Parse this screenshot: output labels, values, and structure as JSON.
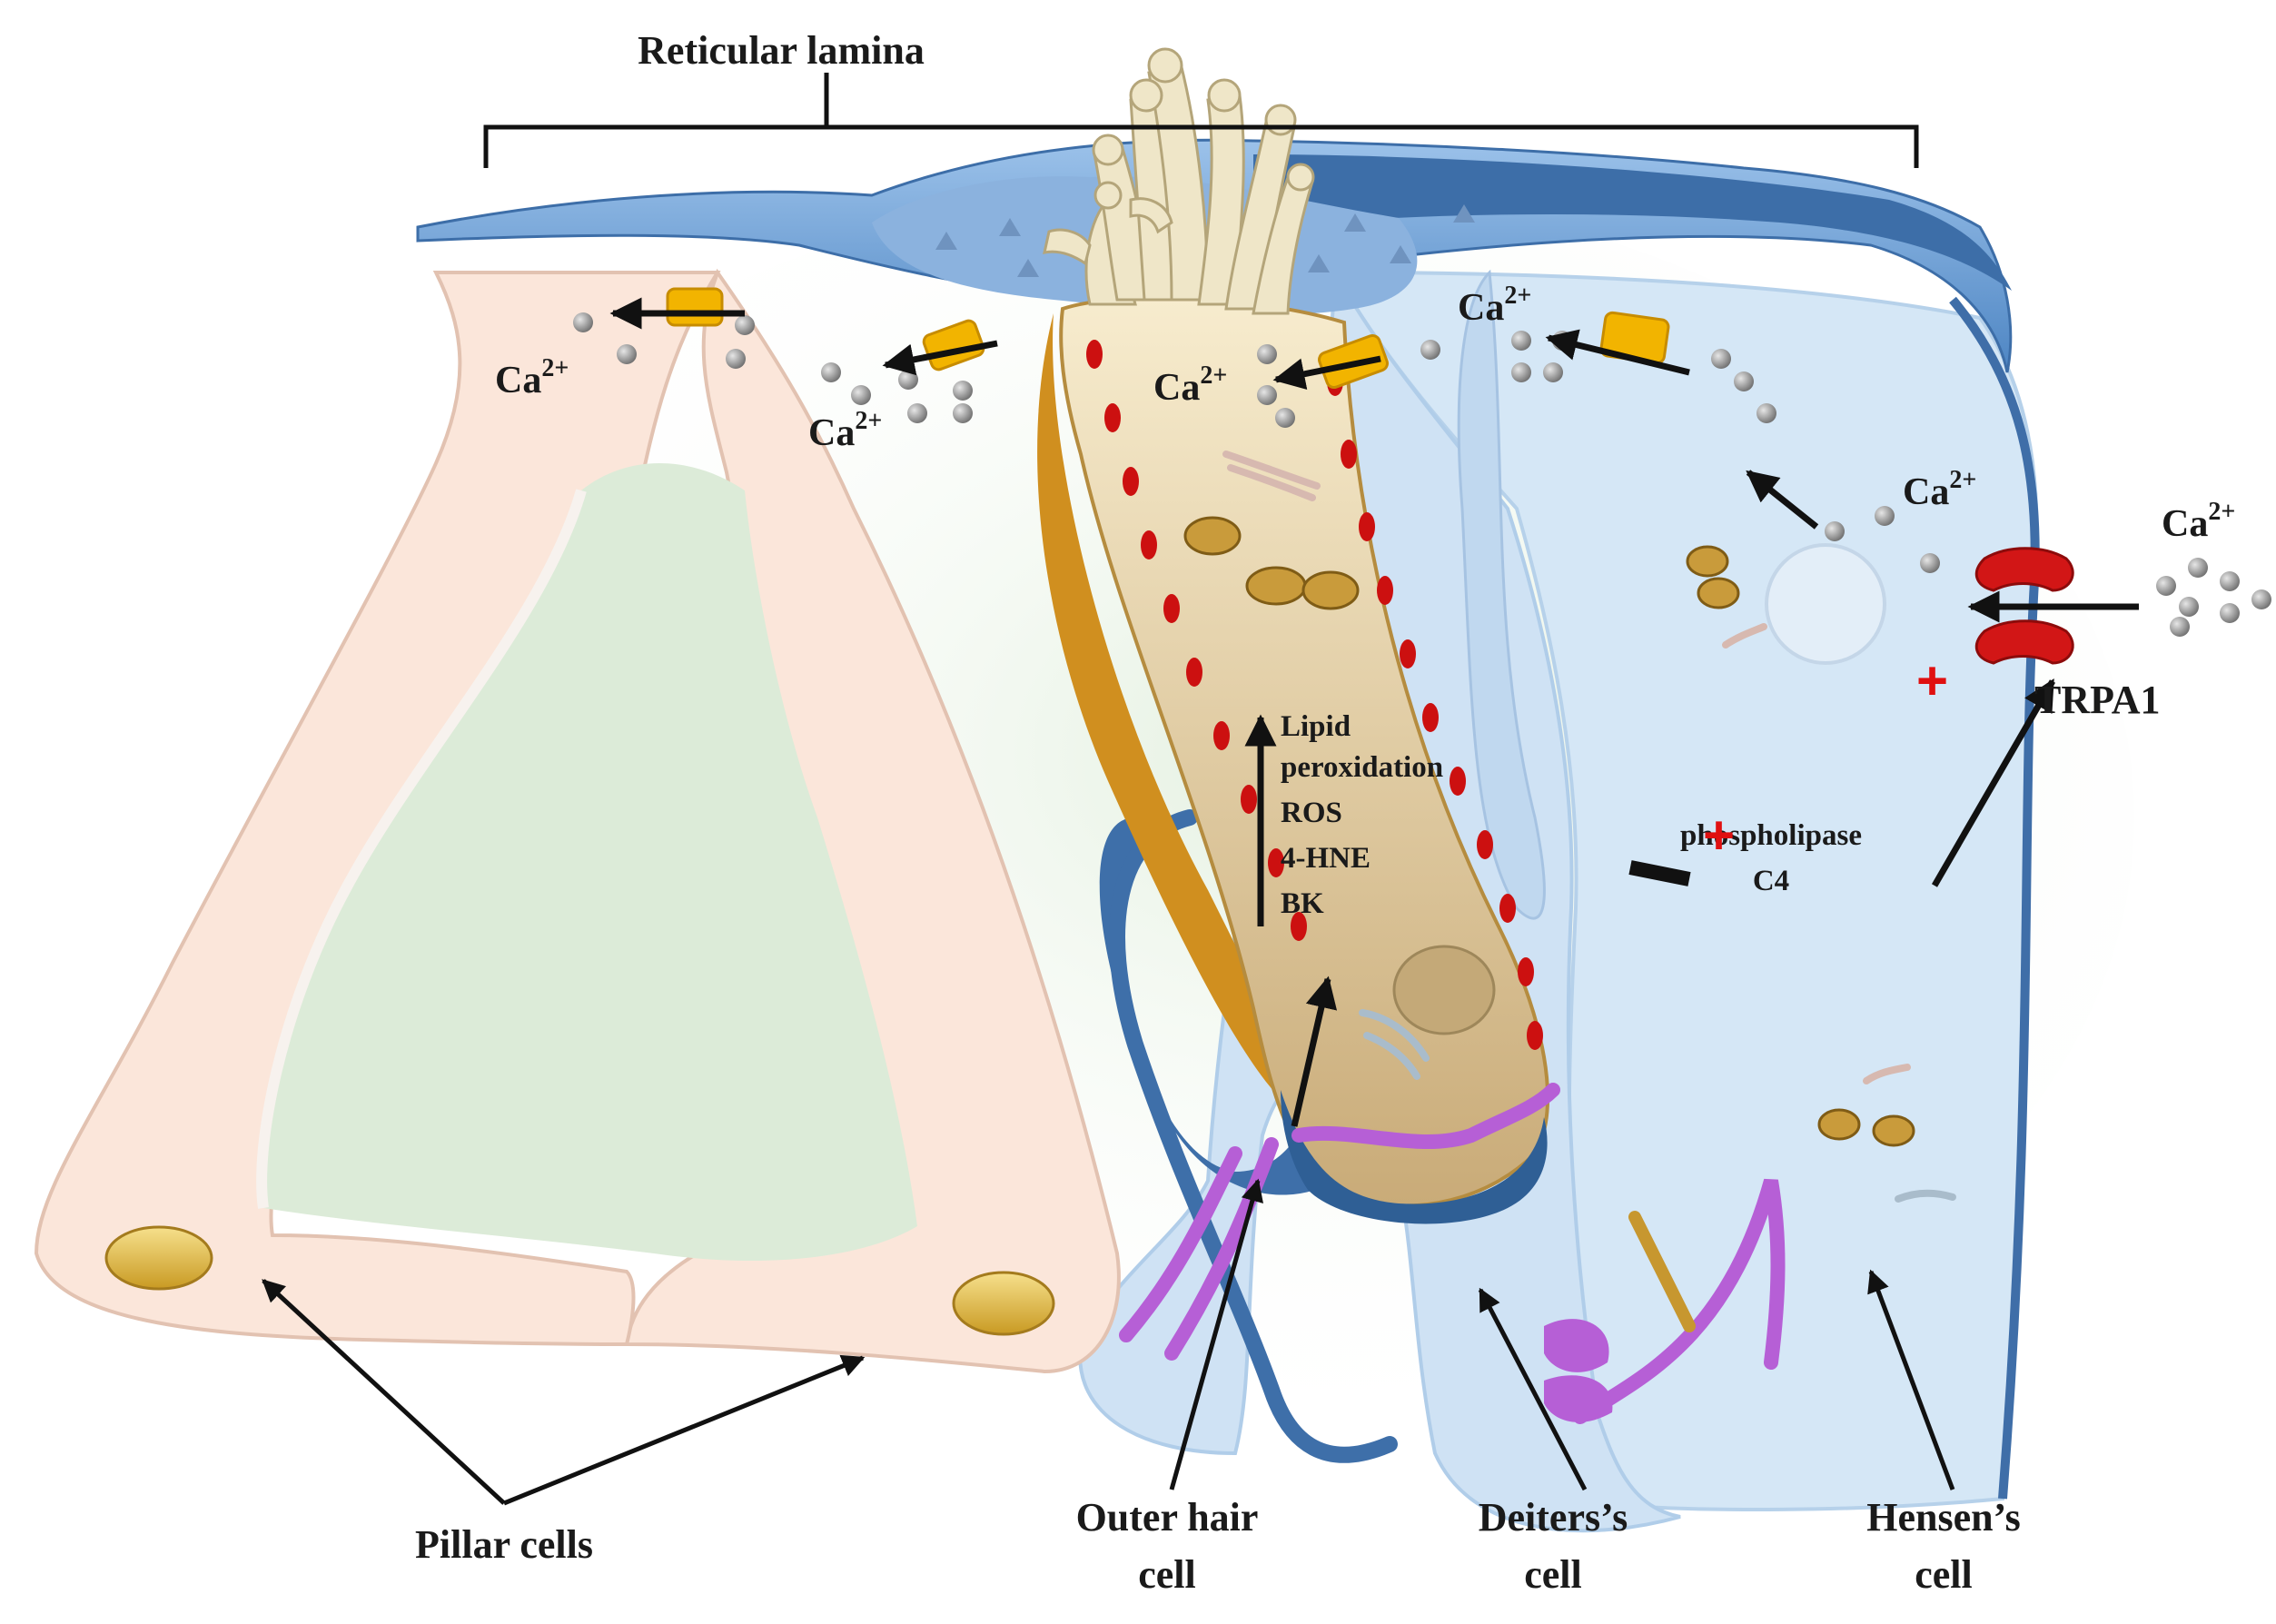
{
  "title": "Reticular lamina",
  "ion": {
    "symbol": "Ca",
    "charge": "2+"
  },
  "channel_label": "TRPA1",
  "mechanisms": [
    "Lipid",
    "peroxidation",
    "ROS",
    "4-HNE",
    "BK"
  ],
  "phospholipase": [
    "phospholipase",
    "C4"
  ],
  "plus_sign": "+",
  "cell_labels": {
    "pillar": "Pillar  cells",
    "outer_hair": [
      "Outer  hair",
      "cell"
    ],
    "deiters": [
      "Deiters’s",
      "cell"
    ],
    "hensen": [
      "Hensen’s",
      "cell"
    ]
  },
  "colors": {
    "pillar_fill": "#fbe7dc",
    "pillar_stroke": "#e2c3b3",
    "interior": "#dcebd9",
    "supporting_fill": "#cfe3f4",
    "lamina_blue": "#6f9fd3",
    "dark_blue": "#3d6ea8",
    "hair_cell": "#e8d6b0",
    "hair_cell_edge": "#c7902a",
    "red_dot": "#cc1010",
    "channel_yellow": "#f2b400",
    "trpa1_red": "#d21616",
    "nerve_purple": "#b65fd6",
    "nucleus": "#e7c55a",
    "ion_grey": "#8c8c8c"
  }
}
